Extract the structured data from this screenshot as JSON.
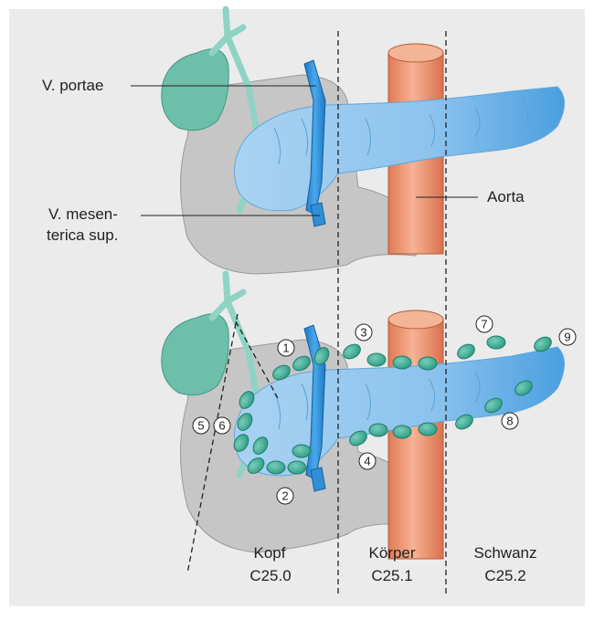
{
  "labels": {
    "portae": "V. portae",
    "aorta": "Aorta",
    "mesenterica_line1": "V. mesen-",
    "mesenterica_line2": "terica sup."
  },
  "regions": [
    {
      "name": "Kopf",
      "code": "C25.0"
    },
    {
      "name": "Körper",
      "code": "C25.1"
    },
    {
      "name": "Schwanz",
      "code": "C25.2"
    }
  ],
  "numbers": [
    "1",
    "2",
    "3",
    "4",
    "5",
    "6",
    "7",
    "8",
    "9"
  ],
  "colors": {
    "background": "#ebebeb",
    "duodenum": "#c6c6c6",
    "gallbladder": "#6dbfa9",
    "bile_duct": "#8fd3c3",
    "pancreas": "#8fc4ec",
    "aorta": "#f0a17e",
    "portal_vein": "#2f8fd8",
    "lymph_node": "#3fae96"
  }
}
